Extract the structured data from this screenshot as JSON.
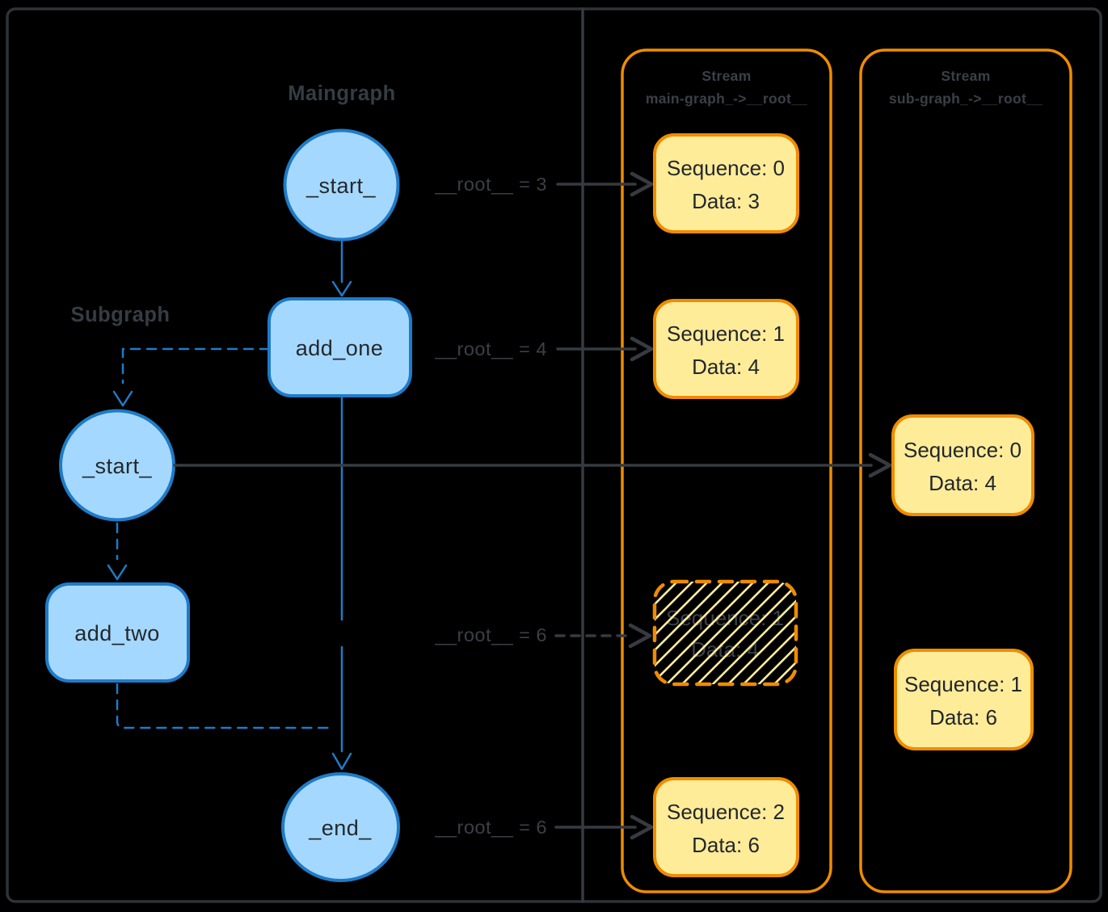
{
  "diagram": {
    "maingraph_label": "Maingraph",
    "subgraph_label": "Subgraph",
    "nodes": {
      "main_start": "_start_",
      "add_one": "add_one",
      "sub_start": "_start_",
      "add_two": "add_two",
      "end": "_end_"
    },
    "edge_labels": {
      "root_3": "__root__ = 3",
      "root_4": "__root__ = 4",
      "root_6_mid": "__root__ = 6",
      "root_6_end": "__root__ = 6"
    }
  },
  "streams": {
    "main": {
      "title_line1": "Stream",
      "title_line2": "main-graph_->__root__",
      "messages": [
        {
          "sequence": "Sequence: 0",
          "data": "Data: 3",
          "ghost": false
        },
        {
          "sequence": "Sequence: 1",
          "data": "Data: 4",
          "ghost": false
        },
        {
          "sequence": "Sequence: 1",
          "data": "Data: 4",
          "ghost": true
        },
        {
          "sequence": "Sequence: 2",
          "data": "Data: 6",
          "ghost": false
        }
      ]
    },
    "sub": {
      "title_line1": "Stream",
      "title_line2": "sub-graph_->__root__",
      "messages": [
        {
          "sequence": "Sequence: 0",
          "data": "Data: 4",
          "ghost": false
        },
        {
          "sequence": "Sequence: 1",
          "data": "Data: 6",
          "ghost": false
        }
      ]
    }
  },
  "colors": {
    "background": "#000000",
    "node_fill": "#a5d8ff",
    "node_stroke": "#1f7bc7",
    "stream_stroke": "#f08c00",
    "message_fill": "#ffec99",
    "dark_line": "#363b41",
    "gray_text": "#3b4046"
  }
}
